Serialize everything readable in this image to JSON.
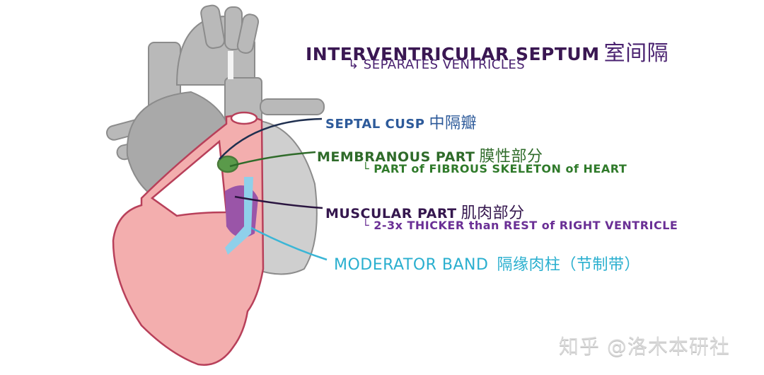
{
  "diagram": {
    "subject": "heart right ventricle cutaway showing interventricular septum",
    "colors": {
      "vessels_gray": "#b4b4b4",
      "myocardium_pink": "#f2a7a7",
      "outline_crimson": "#b8405a",
      "muscular_septum_purple": "#9a55a8",
      "membranous_green": "#5a9a4a",
      "moderator_band_blue": "#8fd0ea"
    }
  },
  "labels": {
    "title": {
      "en_dark": "INTERVENTRICULAR SEPTUM",
      "cn": "室间隔",
      "color": "#5b2e86"
    },
    "title_sub": "↳ SEPARATES VENTRICLES",
    "septal_cusp": {
      "en": "SEPTAL CUSP",
      "cn": "中隔瓣",
      "color": "#2d5a9a"
    },
    "membranous_part": {
      "en": "MEMBRANOUS PART",
      "cn": "膜性部分",
      "note": "└ PART of FIBROUS SKELETON of HEART",
      "color": "#2f6b2a"
    },
    "muscular_part": {
      "en": "MUSCULAR PART",
      "cn": "肌肉部分",
      "note": "└ 2-3x THICKER than REST of RIGHT VENTRICLE",
      "color": "#35174e",
      "note_color": "#6a2f95"
    },
    "moderator_band": {
      "en": "MODERATOR BAND",
      "cn": "隔缘肉柱（节制带）",
      "color": "#2aafcf"
    }
  },
  "watermark": "知乎 @洛木本研社"
}
